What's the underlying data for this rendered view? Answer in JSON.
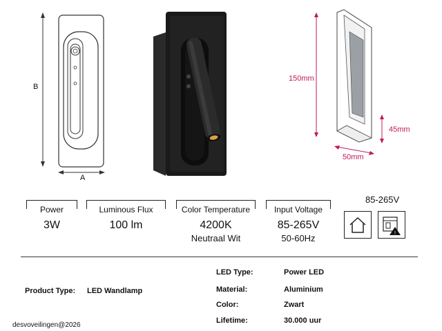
{
  "drawings": {
    "dim_b": "B",
    "dim_a": "A",
    "dim_height": "150mm",
    "dim_width": "50mm",
    "dim_depth": "45mm"
  },
  "voltage_top": "85-265V",
  "specs": [
    {
      "label": "Power",
      "value": "3W",
      "sub": ""
    },
    {
      "label": "Luminous Flux",
      "value": "100 lm",
      "sub": ""
    },
    {
      "label": "Color Temperature",
      "value": "4200K",
      "sub": "Neutraal Wit"
    },
    {
      "label": "Input Voltage",
      "value": "85-265V",
      "sub": "50-60Hz"
    }
  ],
  "icons": {
    "indoor": "indoor-house-icon",
    "warning": "electrical-warning-icon"
  },
  "product": {
    "type_label": "Product Type:",
    "type_value": "LED Wandlamp",
    "led_type_label": "LED Type:",
    "led_type_value": "Power LED",
    "material_label": "Material:",
    "material_value": "Aluminium",
    "color_label": "Color:",
    "color_value": "Zwart",
    "lifetime_label": "Lifetime:",
    "lifetime_value": "30.000 uur"
  },
  "watermark": "desvoveilingen@2026",
  "colors": {
    "dimension_accent": "#c2185b",
    "text": "#111111"
  }
}
